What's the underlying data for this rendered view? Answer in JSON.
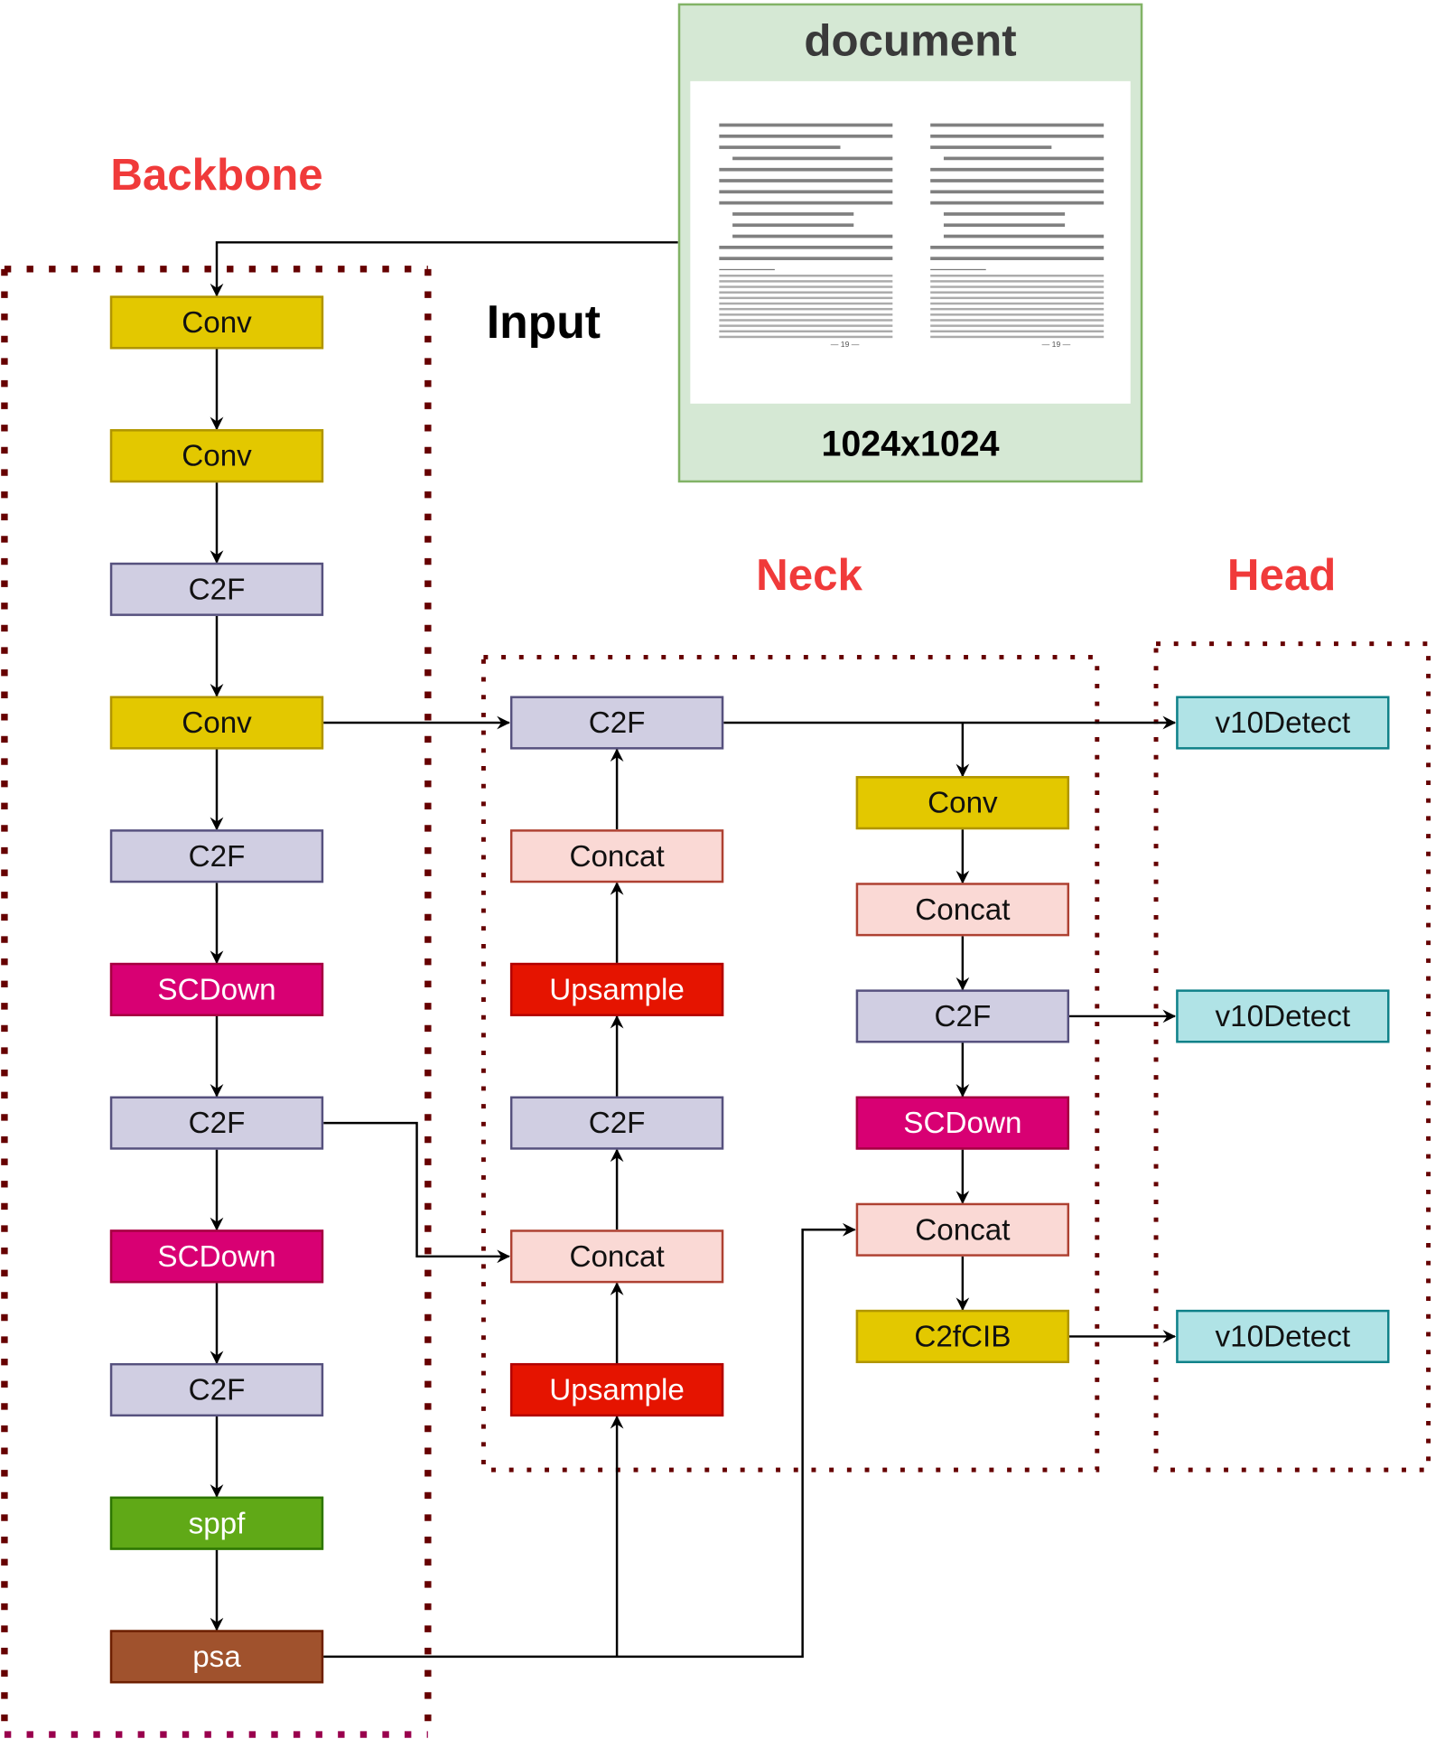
{
  "labels": {
    "backbone": "Backbone",
    "neck": "Neck",
    "head": "Head",
    "input": "Input"
  },
  "document": {
    "title": "document",
    "size": "1024x1024",
    "page_number": "— 19 —"
  },
  "backbone": {
    "blocks": [
      "Conv",
      "Conv",
      "C2F",
      "Conv",
      "C2F",
      "SCDown",
      "C2F",
      "SCDown",
      "C2F",
      "sppf",
      "psa"
    ]
  },
  "neck": {
    "left_column": [
      "C2F",
      "Concat",
      "Upsample",
      "C2F",
      "Concat",
      "Upsample"
    ],
    "right_column": [
      "Conv",
      "Concat",
      "C2F",
      "SCDown",
      "Concat",
      "C2fCIB"
    ]
  },
  "head": {
    "blocks": [
      "v10Detect",
      "v10Detect",
      "v10Detect"
    ]
  },
  "colors": {
    "section_label": "#f03a3a",
    "frame_dots": "#660000",
    "conv": "#e3c800",
    "c2f": "#d0cee2",
    "scdown": "#d80073",
    "concat": "#fad9d5",
    "upsample": "#e51400",
    "v10detect": "#b0e3e6",
    "sppf": "#60a917",
    "psa": "#a0522d",
    "document_bg": "#d5e8d4"
  }
}
